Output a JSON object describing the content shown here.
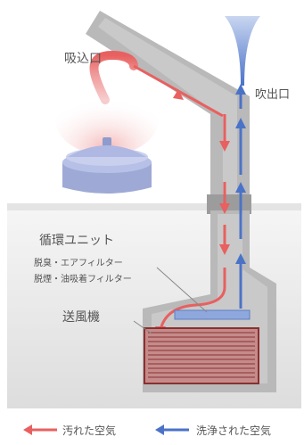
{
  "labels": {
    "intake": "吸込口",
    "exhaust": "吹出口",
    "circulation_unit": "循環ユニット",
    "filter_line1": "脱臭・エアフィルター",
    "filter_line2": "脱煙・油吸着フィルター",
    "fan": "送風機"
  },
  "legend": [
    {
      "label": "汚れた空気",
      "color": "#e8605f"
    },
    {
      "label": "洗浄された空気",
      "color": "#4a73c8"
    }
  ],
  "colors": {
    "duct_fill": "#b9b9b9",
    "duct_inner": "#c9c9c9",
    "dirty_air": "#e8605f",
    "clean_air": "#4a73c8",
    "pot": "#aab4dc",
    "counter": "#eeeeee",
    "fan_fill": "#8a3030"
  },
  "icons": [
    "cooking-pot-icon",
    "fan-unit-icon",
    "filter-icon"
  ]
}
